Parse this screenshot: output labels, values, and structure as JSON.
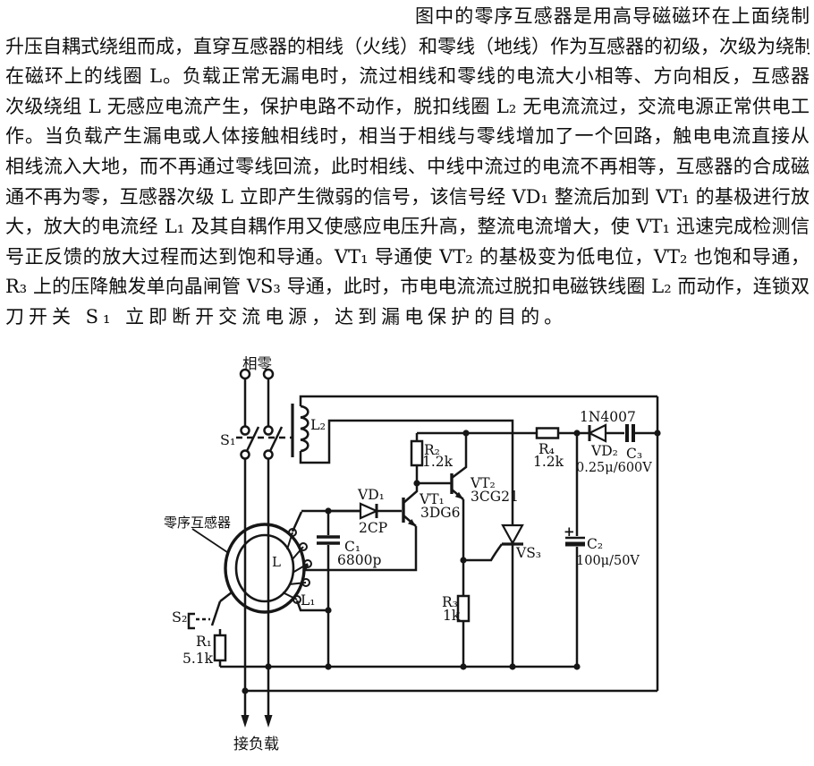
{
  "paragraph": {
    "lines": [
      "图中的零序互感器是用高导磁磁环在上面绕制",
      "升压自耦式绕组而成，直穿互感器的相线（火线）和零线（地线）作为互感器的初级，次级为绕制",
      "在磁环上的线圈 L。负载正常无漏电时，流过相线和零线的电流大小相等、方向相反，互感器",
      "次级绕组 L 无感应电流产生，保护电路不动作，脱扣线圈 L₂ 无电流流过，交流电源正常供电工",
      "作。当负载产生漏电或人体接触相线时，相当于相线与零线增加了一个回路，触电电流直接从",
      "相线流入大地，而不再通过零线回流，此时相线、中线中流过的电流不再相等，互感器的合成磁",
      "通不再为零，互感器次级 L 立即产生微弱的信号，该信号经 VD₁ 整流后加到 VT₁ 的基极进行放",
      "大，放大的电流经 L₁ 及其自耦作用又使感应电压升高，整流电流增大，使 VT₁ 迅速完成检测信",
      "号正反馈的放大过程而达到饱和导通。VT₁ 导通使 VT₂ 的基极变为低电位，VT₂ 也饱和导通，",
      "R₃ 上的压降触发单向晶闸管 VS₃ 导通，此时，市电电流流过脱扣电磁铁线圈 L₂ 而动作，连锁双",
      "刀开关 S₁ 立即断开交流电源，达到漏电保护的目的。"
    ]
  },
  "circuit": {
    "terminals_label": "相零",
    "s1": "S₁",
    "s2": "S₂",
    "l2": "L₂",
    "l": "L",
    "l1": "L₁",
    "transformer_label": "零序互感器",
    "r1": "R₁",
    "r1_value": "5.1k",
    "r2": "R₂",
    "r2_value": "1.2k",
    "r3": "R₃",
    "r3_value": "1k",
    "r4": "R₄",
    "r4_value": "1.2k",
    "c1": "C₁",
    "c1_value": "6800p",
    "c2": "C₂",
    "c2_value": "100μ/50V",
    "c2_polarity": "+",
    "c3": "C₃",
    "c3_value": "0.25μ/600V",
    "vd1": "VD₁",
    "vd1_type": "2CP",
    "vd2": "VD₂",
    "vd2_type": "1N4007",
    "vt1": "VT₁",
    "vt1_type": "3DG6",
    "vt2": "VT₂",
    "vt2_type": "3CG21",
    "vs3": "VS₃",
    "load_label": "接负载"
  }
}
